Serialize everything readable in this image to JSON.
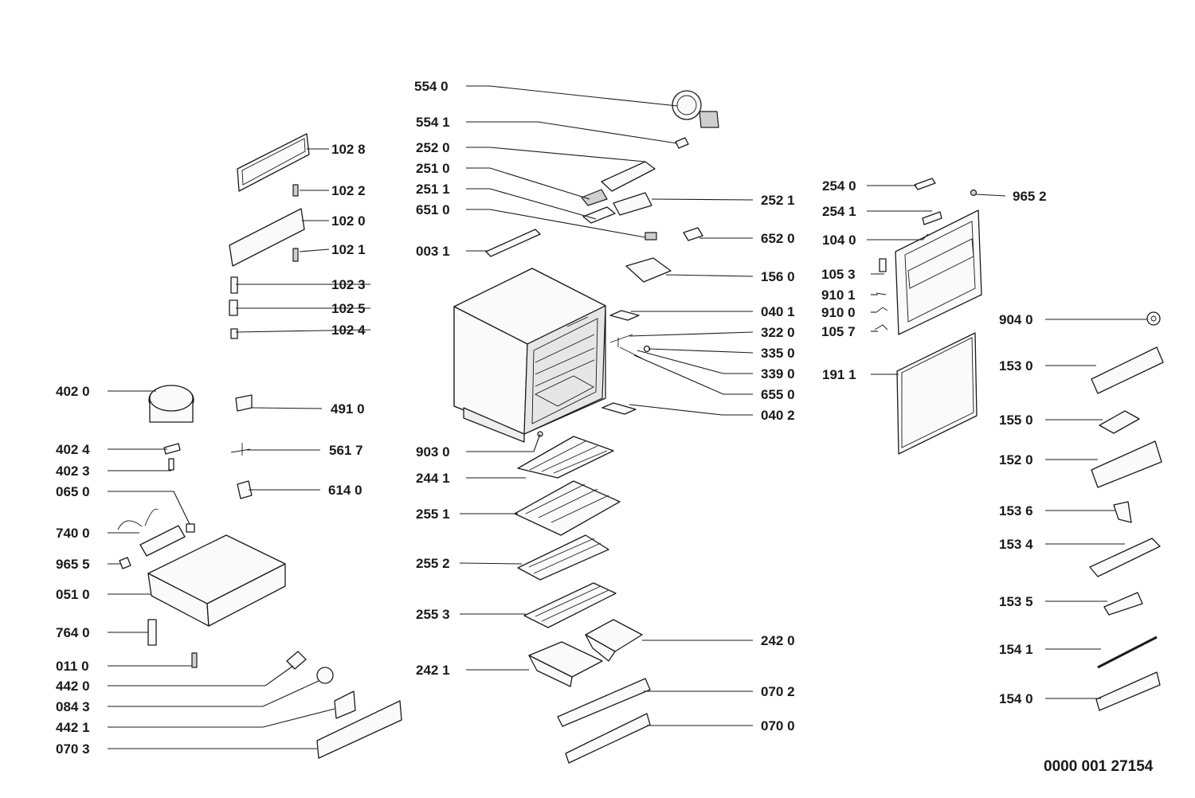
{
  "document_number": "0000 001 27154",
  "parts": [
    {
      "id": "p5540",
      "label": "554 0"
    },
    {
      "id": "p5541",
      "label": "554 1"
    },
    {
      "id": "p2520",
      "label": "252 0"
    },
    {
      "id": "p2510",
      "label": "251 0"
    },
    {
      "id": "p2511",
      "label": "251 1"
    },
    {
      "id": "p6510",
      "label": "651 0"
    },
    {
      "id": "p0031",
      "label": "003 1"
    },
    {
      "id": "p2521",
      "label": "252 1"
    },
    {
      "id": "p6520",
      "label": "652 0"
    },
    {
      "id": "p1560",
      "label": "156 0"
    },
    {
      "id": "p0401",
      "label": "040 1"
    },
    {
      "id": "p3220",
      "label": "322 0"
    },
    {
      "id": "p3350",
      "label": "335 0"
    },
    {
      "id": "p3390",
      "label": "339 0"
    },
    {
      "id": "p6550",
      "label": "655 0"
    },
    {
      "id": "p0402",
      "label": "040 2"
    },
    {
      "id": "p9030",
      "label": "903 0"
    },
    {
      "id": "p2441",
      "label": "244 1"
    },
    {
      "id": "p2551",
      "label": "255 1"
    },
    {
      "id": "p2552",
      "label": "255 2"
    },
    {
      "id": "p2553",
      "label": "255 3"
    },
    {
      "id": "p2420",
      "label": "242 0"
    },
    {
      "id": "p2421",
      "label": "242 1"
    },
    {
      "id": "p0702",
      "label": "070 2"
    },
    {
      "id": "p0700",
      "label": "070 0"
    },
    {
      "id": "p1028",
      "label": "102 8"
    },
    {
      "id": "p1022",
      "label": "102 2"
    },
    {
      "id": "p1020",
      "label": "102 0"
    },
    {
      "id": "p1021",
      "label": "102 1"
    },
    {
      "id": "p1023",
      "label": "102 3"
    },
    {
      "id": "p1025",
      "label": "102 5"
    },
    {
      "id": "p1024",
      "label": "102 4"
    },
    {
      "id": "p4020",
      "label": "402 0"
    },
    {
      "id": "p4910",
      "label": "491 0"
    },
    {
      "id": "p4024",
      "label": "402 4"
    },
    {
      "id": "p5617",
      "label": "561 7"
    },
    {
      "id": "p4023",
      "label": "402 3"
    },
    {
      "id": "p0650",
      "label": "065 0"
    },
    {
      "id": "p6140",
      "label": "614 0"
    },
    {
      "id": "p7400",
      "label": "740 0"
    },
    {
      "id": "p9655",
      "label": "965 5"
    },
    {
      "id": "p0510",
      "label": "051 0"
    },
    {
      "id": "p7640",
      "label": "764 0"
    },
    {
      "id": "p0110",
      "label": "011 0"
    },
    {
      "id": "p4420",
      "label": "442 0"
    },
    {
      "id": "p0843",
      "label": "084 3"
    },
    {
      "id": "p4421",
      "label": "442 1"
    },
    {
      "id": "p0703",
      "label": "070 3"
    },
    {
      "id": "p2540",
      "label": "254 0"
    },
    {
      "id": "p9652",
      "label": "965 2"
    },
    {
      "id": "p2541",
      "label": "254 1"
    },
    {
      "id": "p1040",
      "label": "104 0"
    },
    {
      "id": "p1053",
      "label": "105 3"
    },
    {
      "id": "p9101",
      "label": "910 1"
    },
    {
      "id": "p9100",
      "label": "910 0"
    },
    {
      "id": "p1057",
      "label": "105 7"
    },
    {
      "id": "p9040",
      "label": "904 0"
    },
    {
      "id": "p1911",
      "label": "191 1"
    },
    {
      "id": "p1530",
      "label": "153 0"
    },
    {
      "id": "p1550",
      "label": "155 0"
    },
    {
      "id": "p1520",
      "label": "152 0"
    },
    {
      "id": "p1536",
      "label": "153 6"
    },
    {
      "id": "p1534",
      "label": "153 4"
    },
    {
      "id": "p1535",
      "label": "153 5"
    },
    {
      "id": "p1541",
      "label": "154 1"
    },
    {
      "id": "p1540",
      "label": "154 0"
    }
  ]
}
